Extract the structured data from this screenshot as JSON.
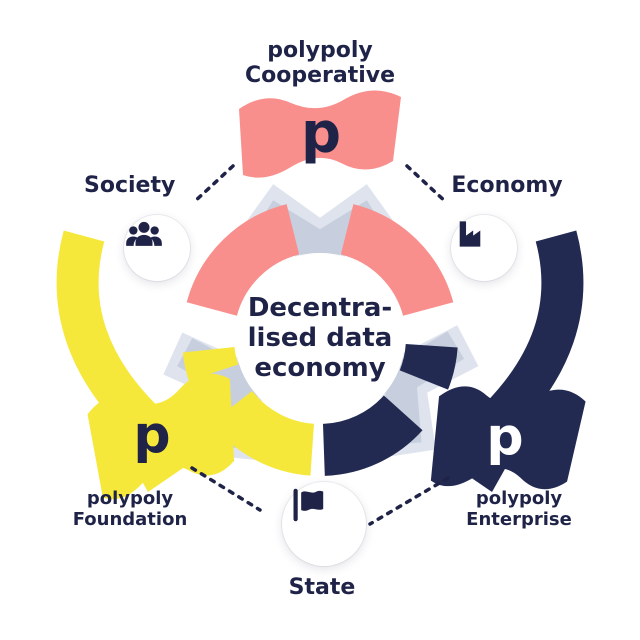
{
  "diagram": {
    "center_circle": {
      "lines": [
        "Decentra-",
        "lised data",
        "economy"
      ]
    },
    "nodes": {
      "cooperative": {
        "name_line1": "polypoly",
        "name_line2": "Cooperative",
        "logo_letter": "p",
        "color": "#F98F8D"
      },
      "foundation": {
        "name_line1": "polypoly",
        "name_line2": "Foundation",
        "logo_letter": "p",
        "color": "#F6E83B"
      },
      "enterprise": {
        "name_line1": "polypoly",
        "name_line2": "Enterprise",
        "logo_letter": "p",
        "color": "#232A52"
      }
    },
    "stakeholders": {
      "society": {
        "label": "Society",
        "icon": "people-icon"
      },
      "economy": {
        "label": "Economy",
        "icon": "factory-icon"
      },
      "state": {
        "label": "State",
        "icon": "flag-icon"
      }
    },
    "colors": {
      "navy": "#1F2347",
      "coral": "#F98F8D",
      "yellow": "#F6E83B",
      "chevron_light": "#DEE3ED",
      "chevron_mid": "#C7CFDE"
    }
  }
}
